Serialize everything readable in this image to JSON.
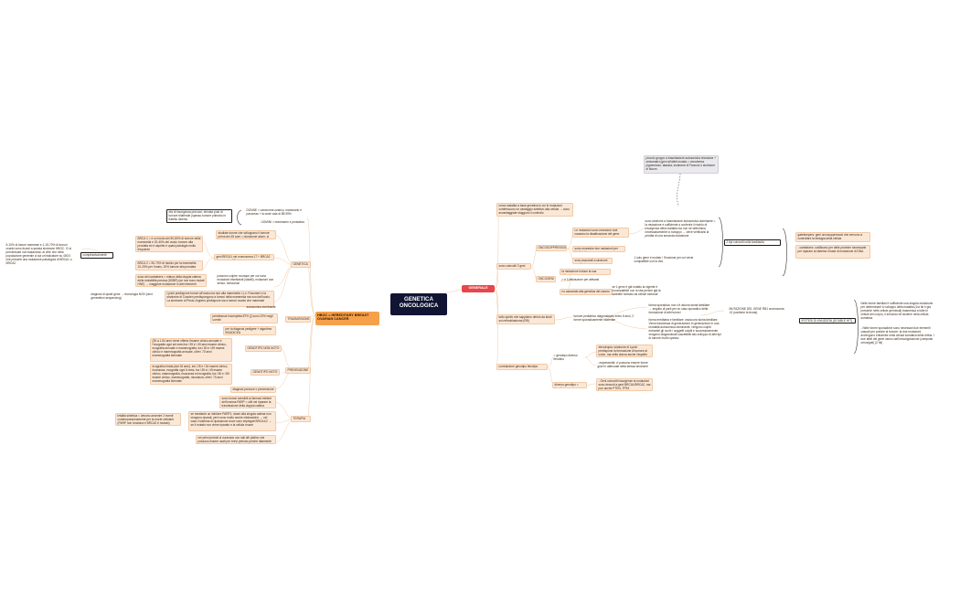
{
  "central": {
    "title": "GENETICA ONCOLOGICA"
  },
  "generale": {
    "label": "GENERALE",
    "pleiotropia": "unica malattia a base genetica in cui le mutazioni conferiscono un vantaggio selettivo alla cellula → sono avvantaggiate sfuggono il controllo",
    "sono_coinvolti": "sono coinvolti 2 geni",
    "oncosoppressori": "ONCOSOPPRESSORI",
    "onco_1": "Le mutazioni sono recessive cioè causano la disattivazione del gene",
    "onco_2": "sono recessive due mutazioni per \"dall'alelli",
    "onco_3": "sono associati a sindromi ereditarie",
    "onco_3b": "1 solo gene è mutato / l'funzione per cui viene compatibile con la vita",
    "onco_detail": "sono sindromi a trasmissione autosomica dominante = la mutazione è sufficiente a conferire il rischio di insorgenza della malattia ma non ne determina necessariamente lo sviluppo → deve verificarsi la perdita di una seconda mutazione",
    "comment": "piccolo gruppo a trasmissione autosomica recessiva + sintomatici (geni all'alleli mutato = xeroderma pigmentoso, atassia, sindrome di Fanconi o sindrome di bloom",
    "two_genes": "2 tipi coinvolti nella familiarità oncogenica",
    "gatekeepers": "gatekeepers: geni oncosoppressori che servono a controllare la biologia della cellula",
    "caretakers": "- caretakers: codificano per delle proteine necessarie per riparare al sistema il base di mutazione di DNA",
    "oncogeni": "ONCOGENI",
    "oncogeni_1": "la mutazione induce la sua attivazione",
    "oncogeni_2": "-> è 1 attivazione per attivarsi",
    "oncogeni_3": "no associato alla genetica del cancro",
    "oncogeni_3b": "se 1 gene è già mutato la vigente è incompatibile con la vita perché già la sarebbe formato da cellule tumorali",
    "tumori_ereditari": "tutto quello che sappiamo deriva da studi sui retinoblastoma (RB)",
    "tumore_ped": "tumore pediatrico diagnosticato entro 6 anni, 2 forme sporadicamente bilaterale",
    "forma_sporadica": "forma sporadica: non c'è alcuna storia familiare → seguito di parti per un caso sporadico della formazione di altri tumori",
    "forma_ereditaria": "forma ereditaria e familiare: ossia una storia familiare. Viene trasmessa di generazione in generazione in una modalità autosomica dominante, vengono colpiti entrambi gli occhi / soggetti colpiti e successivamente vengono diagnosticati suscettibili allo sviluppo di altri tipi di tumore molto spesso",
    "mutazione_rb": "MUTAZIONE DEL GENE RB1 cromosoma 13 (contiene la teoria)",
    "ipotesi": "IPOTESI DI KNUDSON (DOUBLE HIT)",
    "ipotesi_1": "Nelle forme familiari è sufficiente una singola mutazione per determinare lo sviluppo della malattia (1st hit è già presente nelle cellule germinali) trasmessa a tutte le cellule del corpo), il secondo hit avviene nella cellula somatica",
    "ipotesi_2": "- Nelle forme sporadiche sono necessari due elementi casuali per portare al tumore: la due mutazioni avvengono entrambe nella cellula somatica della retina. I due alleli del gene vanno dall'omozigolazione (composti omozigoti) (2 hit)",
    "correlazione": "correlazione genotipo fenotipo",
    "genotipo_fenotipo_1": "= genotipo diverso fenotipo",
    "gf_1a": "eterotropia: sindrome di Lynch predispone la formazione di tumore al colon, ma nella donna anche l'aspetto anche tumori alle ovaie",
    "gf_1b": "- espressività: ci possono essere forme gravi e attenuate della stessa sindrome",
    "genotipo_fenotipo_2": "diverso genotipo = fenotipo",
    "gf_2a": "- Geni coinvolti insorgenze la mutazioni sono devuoti a geni BRCA1/BRCA2, ma può anche PTEN, TP53"
  },
  "hboc": {
    "label": "HBOC = HEREDITARY BREAST OVARIAN CANCER",
    "insorgenza_box": "età di insorgenza precoce, elevata prob di tumore bilaterale (spesso tumore primario in fratello diverso",
    "donne": "DONNE = carcinoma ovarico, mammario e pancreas + la onde vaia di 85-95%",
    "uomini": "UOMINI = mammario e prostatico",
    "genetica": "GENETICA",
    "gen_1": "studiate donne che sviluppano il tumore prima dei 45 anni = donazione alone, si inibito",
    "gen_2": "geni BRCA1 nel cromosoma 17 + BRCA2 cromosoma 13",
    "brca1": "BRCA 1 = è un fondo del 50-80% di tumore della mammella e 20-40% del ovaio; tumore alla prostata ed è aspetto e quasi patologia molto frequente",
    "brca2": "BRCA 2 = 50-70% di rischio per la mammella 10-20% per l'ovaio, 20% tumore alla prostata",
    "side_text": "5-10% di tumori mammari e 1-15-70% di tumori ovarici sono dovuti a questa sindrome HBOC. Ci si percentuale non basandosi, al cifre che nella popolazione generale ci sia un'indicatore su 400/1 che presenti una mutazione patologica di BRCA1 o BRCA2",
    "side_label": "complessivamente",
    "tipi_tum": "sono dei caretakers = rottura della doppia catena della molabilità precisa (DSBR) (se non sono mutati HNE) → maggiore mutazione in altri elementi",
    "tipi_tum_b": "possono colpire ovunque per cui sono mutazioni bisettoriali (stabili), mutazioni non senso, mescolosi",
    "lynch_link": "Lynch predispone tumori all'ovaio ma non alla mammella. Li-n. Fraumeni e la sindrome di Cowden predispongono a tumori della mammella ma non dell'ovaio. La sindrome di Peutz-Jeghers predispone sia a tumori ovarici che mammari",
    "diag_link": "diagnosi di quale gene → tecnologia NGS (next generation sequencing)",
    "trasmissione": "TRASMISSIONE",
    "tras_1": "autosomica dominante",
    "tras_2": "penetranza incompleta 87% (§ sono 20% negli uomini",
    "tras_3": "per la diagnosi pedigree + algoritmo BOADICEA",
    "prevenzione": "PREVENZIONE",
    "genotipo_non_noto": "GENOTIPO NON NOTO",
    "gnn_text": "(35 a 1 84 anni viene offerta l'esame clinico annuale e l'ecografia ogni sei mesi tra i 35 e i 49 anni esame clinico, ecografia annuale e mammografia, tra i 50 e i 69 esame clinico e mammografia annuale, oltre i 70 anni mammografia biennale",
    "genotipo_noto": "GENOTIPO NOTO",
    "gn_text": "ecografia mirata (dai 18 anni), tra i 25 e i 34 esame clinico, risonanza, ecografia ogni 6 mesi, tra i 35 e i 49 esame clinico, mammografia, risonanza ed ecografia, tra i 50 e i 69 esame clinico, mammografia, risonanza, oltre i 70 anni mammografia biennale",
    "diagnosi_precoce": "diagnosi precoce o prevenzione",
    "terapia": "TERAPIA",
    "ter_1": "sono tumori sensibili ai farmaci inibitori dell'enzima PARP = utili nel riparare la trasmissione della doppia catena",
    "ter_2": "se mediante un inibitore PARP1, danni alla singola catena non vengono riparati, però sono molto anche citotossiche → nel caso il sistema di riparazione dove sono impiegati BRCA1/2 → se il mutato non viene riparato e la cellula muore",
    "ter_side": "letalità sintetica = devono avvenire 2 eventi contemporaneamente per la morte cellulare (PARP non funziona e BRCA2 è mutato)",
    "ter_3": "nei primi periodi si curavano con sali del platino che possono essere usati per brevi periodo perché altamente tossici"
  }
}
